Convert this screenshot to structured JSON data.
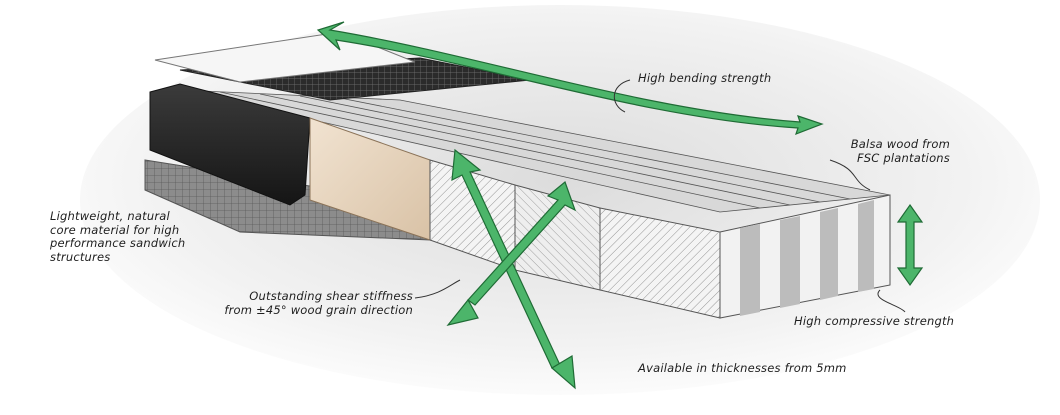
{
  "labels": {
    "bending": "High bending strength",
    "balsa": [
      "Balsa wood from",
      "FSC plantations"
    ],
    "lightweight": [
      "Lightweight, natural",
      "core material for high",
      "performance sandwich",
      "structures"
    ],
    "shear": [
      "Outstanding shear stiffness",
      "from ±45° wood grain direction"
    ],
    "compressive": "High compressive strength",
    "thickness": "Available in thicknesses from 5mm"
  },
  "colors": {
    "accent_green": "#3fa85e",
    "accent_green_dark": "#1f6b35",
    "balsa_face": "#ead9c4",
    "dark_layer": "#2a2a2a",
    "panel_light": "#f2f2f2"
  },
  "icons": {
    "arrows": "double-headed-arrow-icon"
  }
}
